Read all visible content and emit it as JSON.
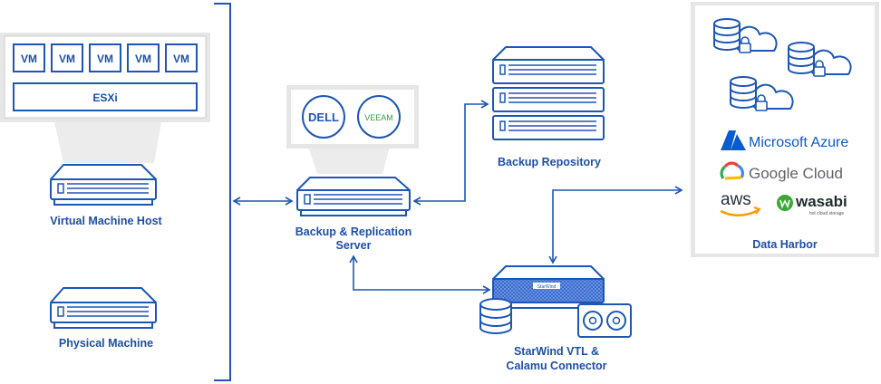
{
  "vm_host": {
    "vm_labels": [
      "VM",
      "VM",
      "VM",
      "VM",
      "VM"
    ],
    "hypervisor": "ESXi",
    "label": "Virtual Machine Host"
  },
  "physical_machine": {
    "label": "Physical Machine"
  },
  "backup_server": {
    "vendors": [
      "DELL",
      "VEEAM"
    ],
    "label_line1": "Backup & Replication",
    "label_line2": "Server"
  },
  "backup_repository": {
    "label": "Backup Repository"
  },
  "starwind": {
    "label_line1": "StarWind VTL &",
    "label_line2": "Calamu Connector",
    "device_badge": "StarWind"
  },
  "data_harbor": {
    "label": "Data Harbor",
    "providers": [
      {
        "name": "Microsoft Azure"
      },
      {
        "name": "Google Cloud"
      },
      {
        "name": "aws"
      },
      {
        "name": "wasabi",
        "tagline": "hot cloud storage"
      }
    ]
  },
  "colors": {
    "primary_blue": "#1d56b5",
    "panel_gray": "#e6e6e6",
    "azure_blue": "#0a5ad0",
    "aws_orange": "#ff9900",
    "wasabi_green": "#3aa935",
    "veeam_green": "#30a046"
  }
}
